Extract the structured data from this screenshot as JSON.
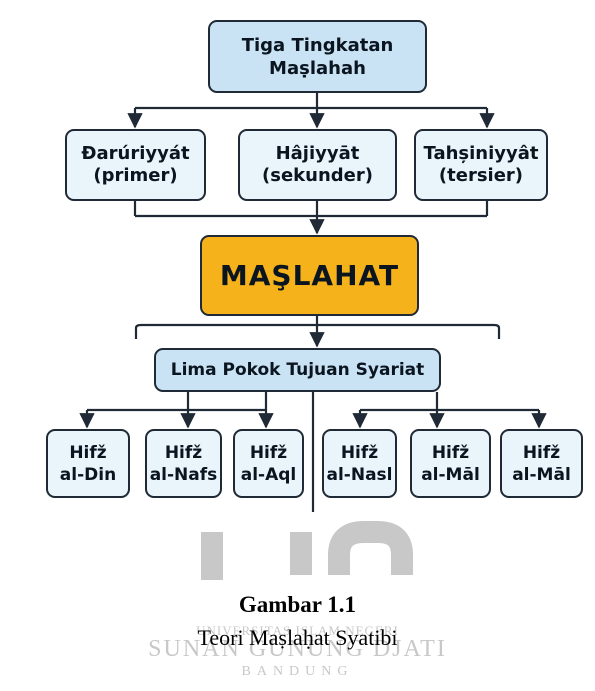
{
  "diagram": {
    "top": {
      "line1": "Tiga Tingkatan",
      "line2": "Maṣlahah"
    },
    "levels": [
      {
        "line1": "Đarúriyyát",
        "line2": "(primer)"
      },
      {
        "line1": "Hâjiyyāt",
        "line2": "(sekunder)"
      },
      {
        "line1": "Tahșiniyyât",
        "line2": "(tersier)"
      }
    ],
    "center": "MAŞLAHAT",
    "lima": "Lima Pokok Tujuan Syariat",
    "hifz": [
      {
        "line1": "Hifž",
        "line2": "al-Din"
      },
      {
        "line1": "Hifž",
        "line2": "al-Nafs"
      },
      {
        "line1": "Hifž",
        "line2": "al-Aql"
      },
      {
        "line1": "Hifž",
        "line2": "al-Nasl"
      },
      {
        "line1": "Hifž",
        "line2": "al-Māl"
      },
      {
        "line1": "Hifž",
        "line2": "al-Māl"
      }
    ]
  },
  "watermark": {
    "logo_text": "uin",
    "line1": "UNIVERSITAS ISLAM NEGERI",
    "line2": "SUNAN GUNUNG DJATI",
    "line3": "BANDUNG"
  },
  "caption": {
    "label": "Gambar 1.1",
    "title": "Teori Maṣlaḥat Syatibi"
  },
  "colors": {
    "line": "#1f2a36",
    "top_fill": "#c9e3f5",
    "box_fill": "#e9f4fb",
    "center_fill": "#f6b21b",
    "watermark": "#c8c8c8"
  }
}
